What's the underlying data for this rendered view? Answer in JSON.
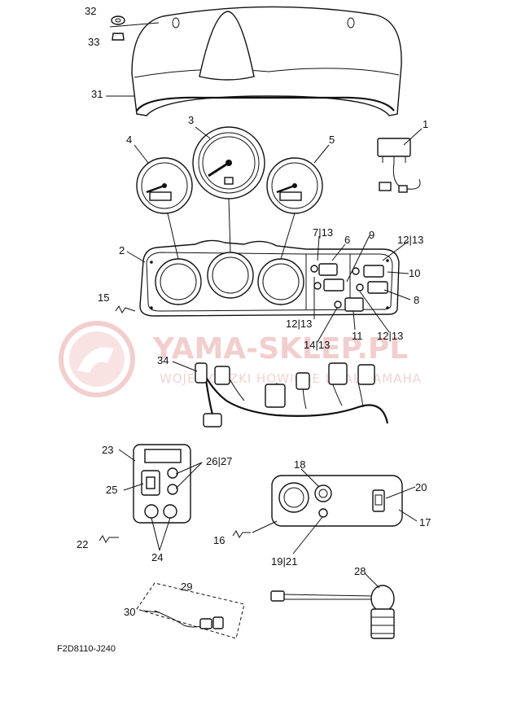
{
  "watermark": {
    "title": "YAMA-SKLEP.PL",
    "subtitle": "WOJEWODZKI HOWICSE DEAL YAMAHA"
  },
  "figure_code": "F2D8110-J240",
  "callouts": {
    "n1": "1",
    "n2": "2",
    "n3": "3",
    "n4": "4",
    "n5": "5",
    "n6": "6",
    "n7_13": "7|13",
    "n8": "8",
    "n9": "9",
    "n10": "10",
    "n11": "11",
    "n12_13_a": "12|13",
    "n12_13_b": "12|13",
    "n12_13_c": "12|13",
    "n14_13": "14|13",
    "n15": "15",
    "n16": "16",
    "n17": "17",
    "n18": "18",
    "n19_21": "19|21",
    "n20": "20",
    "n22": "22",
    "n23": "23",
    "n24": "24",
    "n25": "25",
    "n26_27": "26|27",
    "n28": "28",
    "n29": "29",
    "n30": "30",
    "n31": "31",
    "n32": "32",
    "n33": "33",
    "n34": "34"
  },
  "colors": {
    "watermark": "#e9a7a7",
    "lines": "#111111"
  }
}
